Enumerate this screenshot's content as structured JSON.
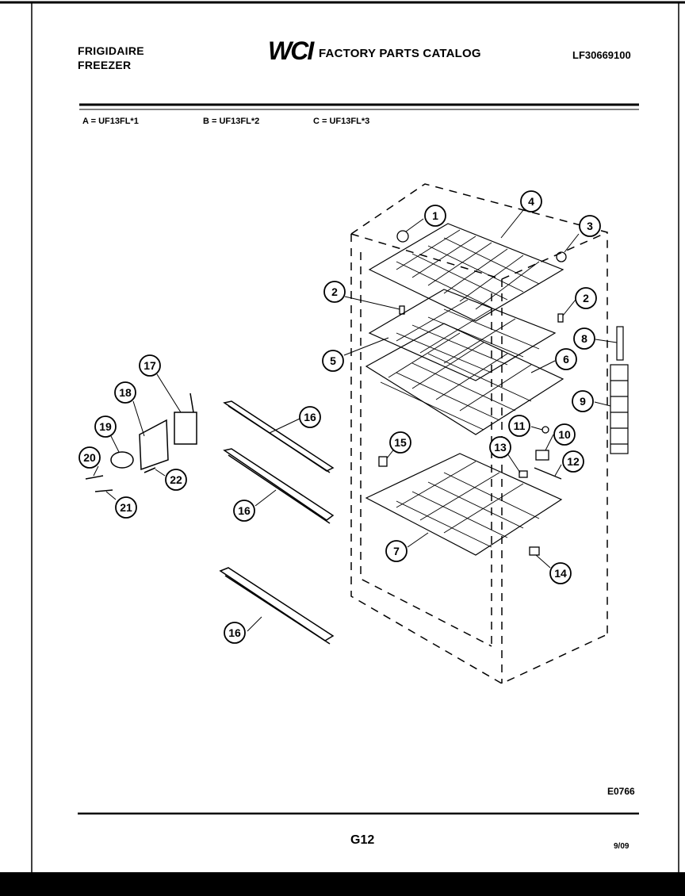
{
  "header": {
    "brand": "FRIGIDAIRE",
    "product": "FREEZER",
    "logo": "WCI",
    "catalog_title": "FACTORY PARTS CATALOG",
    "catalog_number": "LF30669100"
  },
  "models": [
    {
      "label": "A = UF13FL*1"
    },
    {
      "label": "B = UF13FL*2"
    },
    {
      "label": "C = UF13FL*3"
    }
  ],
  "callouts": [
    "1",
    "2",
    "3",
    "4",
    "5",
    "6",
    "7",
    "8",
    "9",
    "10",
    "11",
    "12",
    "13",
    "14",
    "15",
    "16",
    "17",
    "18",
    "19",
    "20",
    "21",
    "22"
  ],
  "footer": {
    "image_code": "E0766",
    "page": "G12",
    "date": "9/09"
  }
}
